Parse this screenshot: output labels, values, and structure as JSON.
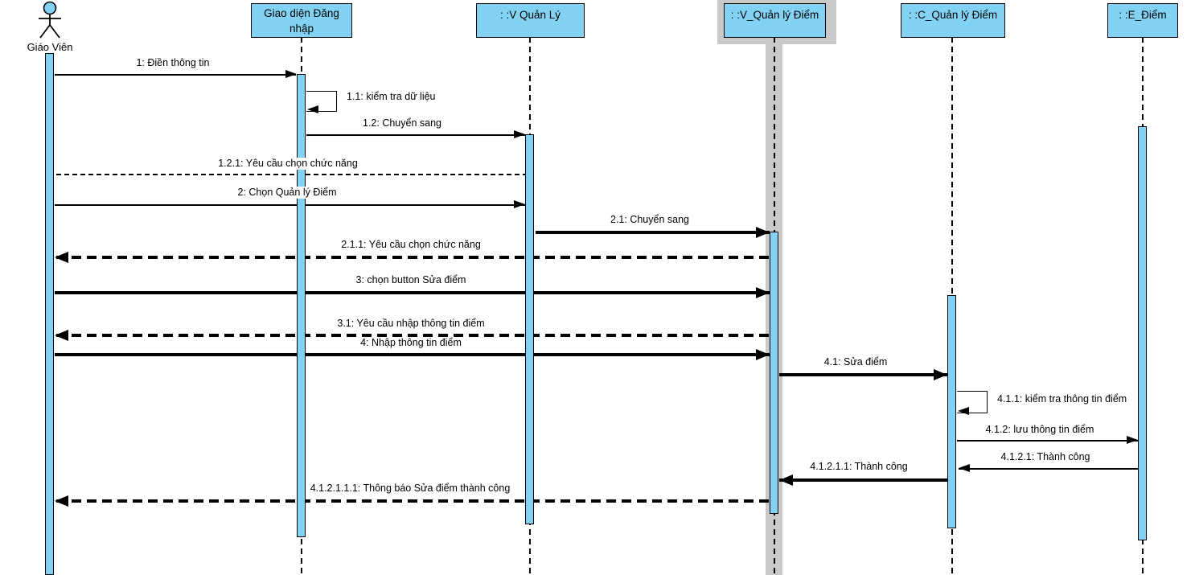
{
  "diagram": {
    "type": "uml-sequence-diagram",
    "colors": {
      "element_fill": "#82d2f4",
      "selection_highlight": "#c9c9c9",
      "line": "#000000",
      "background": "#ffffff"
    },
    "actor": {
      "name": "Giáo Viên"
    },
    "lifelines": [
      {
        "id": "login-view",
        "label": "Giao diện Đăng nhập",
        "highlighted": false
      },
      {
        "id": "v-quan-ly",
        "label": ": :V Quản Lý",
        "highlighted": false
      },
      {
        "id": "v-quan-ly-diem",
        "label": ": :V_Quản lý Điểm",
        "highlighted": true
      },
      {
        "id": "c-quan-ly-diem",
        "label": ": :C_Quản lý Điểm",
        "highlighted": false
      },
      {
        "id": "e-diem",
        "label": ": :E_Điểm",
        "highlighted": false
      }
    ],
    "messages": [
      {
        "seq": "1",
        "label": "1: Điền thông tin",
        "from": "Giáo Viên",
        "to": "Giao diện Đăng nhập",
        "style": "solid-thin"
      },
      {
        "seq": "1.1",
        "label": "1.1: kiểm tra dữ liệu",
        "from": "Giao diện Đăng nhập",
        "to": "Giao diện Đăng nhập",
        "style": "self"
      },
      {
        "seq": "1.2",
        "label": "1.2: Chuyển sang",
        "from": "Giao diện Đăng nhập",
        "to": ": :V Quản Lý",
        "style": "solid-thin"
      },
      {
        "seq": "1.2.1",
        "label": "1.2.1: Yêu cầu chọn chức năng",
        "from": ": :V Quản Lý",
        "to": "Giáo Viên",
        "style": "dashed-thin-open"
      },
      {
        "seq": "2",
        "label": "2: Chọn Quản lý Điểm",
        "from": "Giáo Viên",
        "to": ": :V Quản Lý",
        "style": "solid-thin"
      },
      {
        "seq": "2.1",
        "label": "2.1: Chuyển sang",
        "from": ": :V Quản Lý",
        "to": ": :V_Quản lý Điểm",
        "style": "solid-bold"
      },
      {
        "seq": "2.1.1",
        "label": "2.1.1: Yêu cầu chọn chức năng",
        "from": ": :V_Quản lý Điểm",
        "to": "Giáo Viên",
        "style": "dashed-bold"
      },
      {
        "seq": "3",
        "label": "3: chọn button Sửa điểm",
        "from": "Giáo Viên",
        "to": ": :V_Quản lý Điểm",
        "style": "solid-bold"
      },
      {
        "seq": "3.1",
        "label": "3.1: Yêu cầu nhập thông tin điểm",
        "from": ": :V_Quản lý Điểm",
        "to": "Giáo Viên",
        "style": "dashed-bold"
      },
      {
        "seq": "4",
        "label": "4: Nhập thông tin điểm",
        "from": "Giáo Viên",
        "to": ": :V_Quản lý Điểm",
        "style": "solid-bold"
      },
      {
        "seq": "4.1",
        "label": "4.1: Sửa điểm",
        "from": ": :V_Quản lý Điểm",
        "to": ": :C_Quản lý Điểm",
        "style": "solid-bold"
      },
      {
        "seq": "4.1.1",
        "label": "4.1.1: kiểm tra thông tin điểm",
        "from": ": :C_Quản lý Điểm",
        "to": ": :C_Quản lý Điểm",
        "style": "self"
      },
      {
        "seq": "4.1.2",
        "label": "4.1.2: lưu thông tin điểm",
        "from": ": :C_Quản lý Điểm",
        "to": ": :E_Điểm",
        "style": "solid-thin"
      },
      {
        "seq": "4.1.2.1",
        "label": "4.1.2.1: Thành công",
        "from": ": :E_Điểm",
        "to": ": :C_Quản lý Điểm",
        "style": "solid-thin"
      },
      {
        "seq": "4.1.2.1.1",
        "label": "4.1.2.1.1: Thành công",
        "from": ": :C_Quản lý Điểm",
        "to": ": :V_Quản lý Điểm",
        "style": "solid-bold"
      },
      {
        "seq": "4.1.2.1.1.1",
        "label": "4.1.2.1.1.1: Thông báo Sửa điểm thành công",
        "from": ": :V_Quản lý Điểm",
        "to": "Giáo Viên",
        "style": "dashed-bold"
      }
    ]
  }
}
